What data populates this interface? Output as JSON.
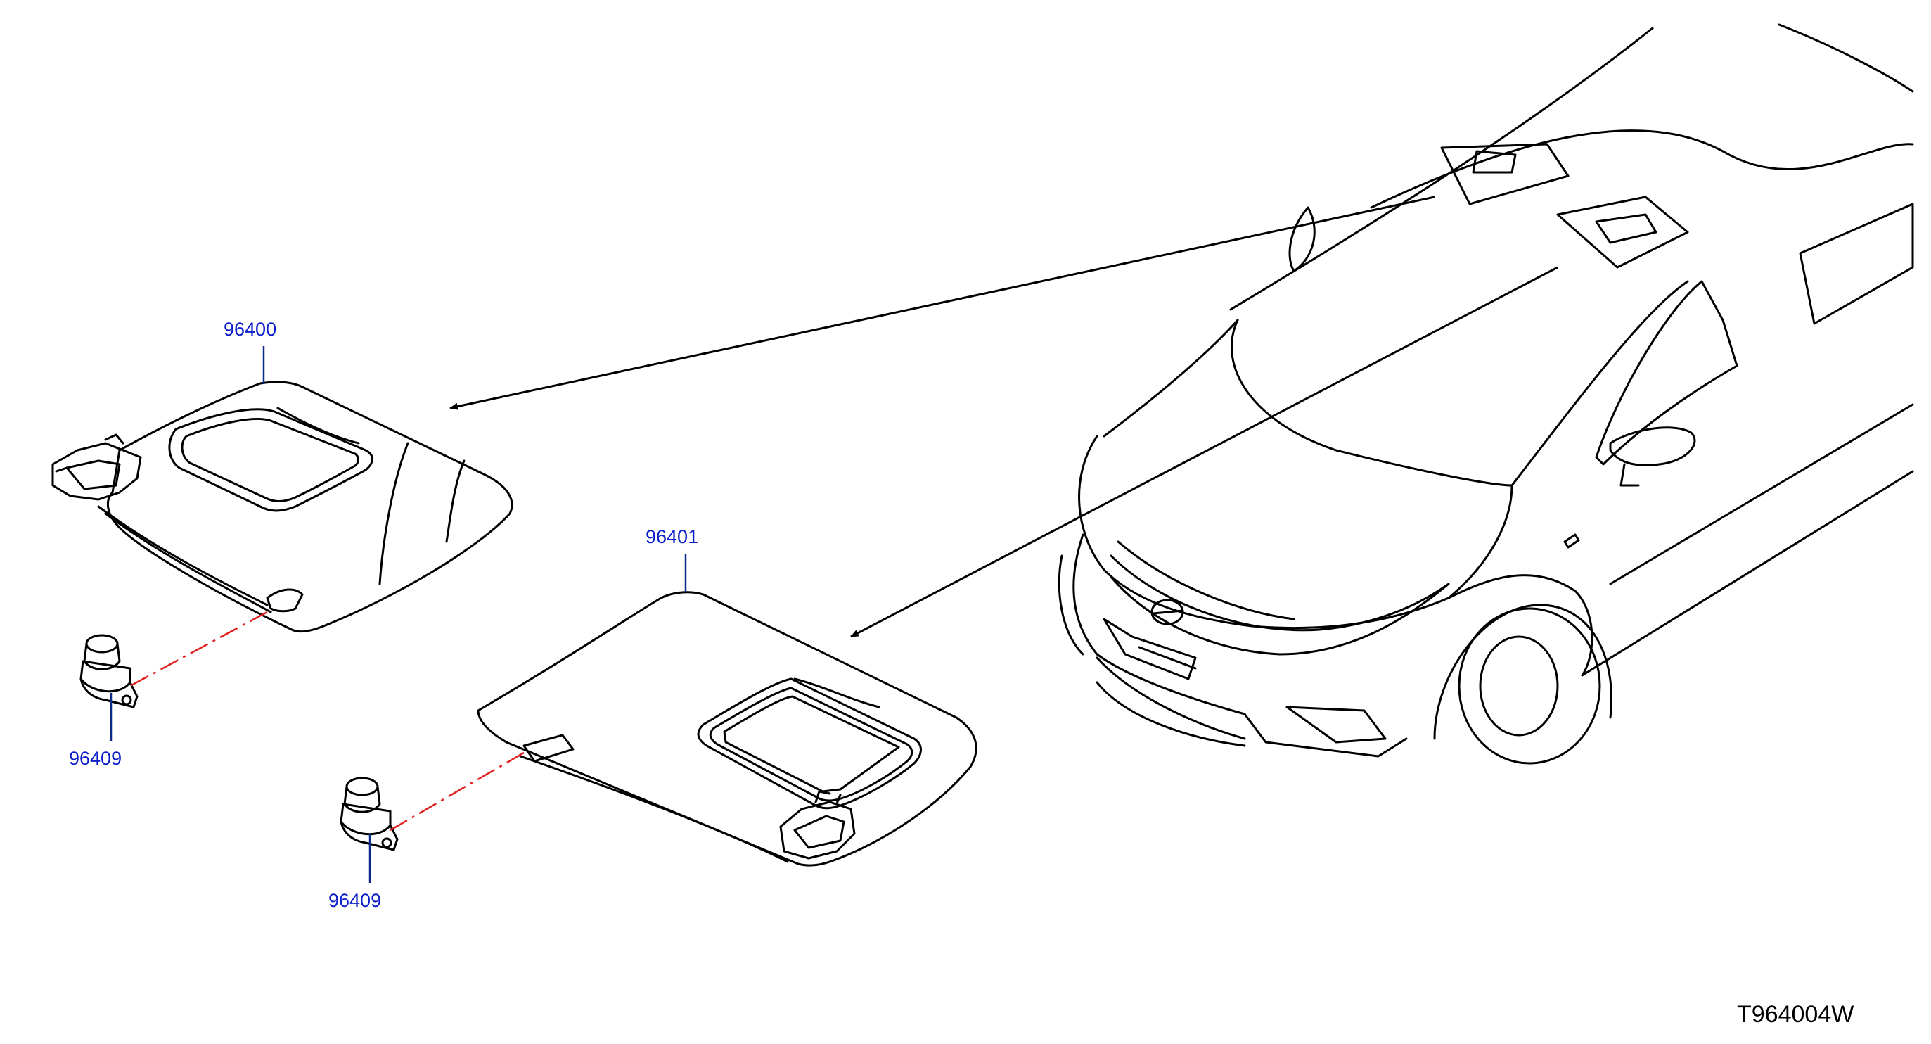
{
  "callouts": {
    "visor_left": "96400",
    "visor_right": "96401",
    "holder_left": "96409",
    "holder_right": "96409"
  },
  "drawing_code": "T964004W",
  "colors": {
    "line": "#000000",
    "callout_text": "#0b1ec9",
    "leader": "#0b2a8a",
    "dash_dot": "#e0201e"
  }
}
